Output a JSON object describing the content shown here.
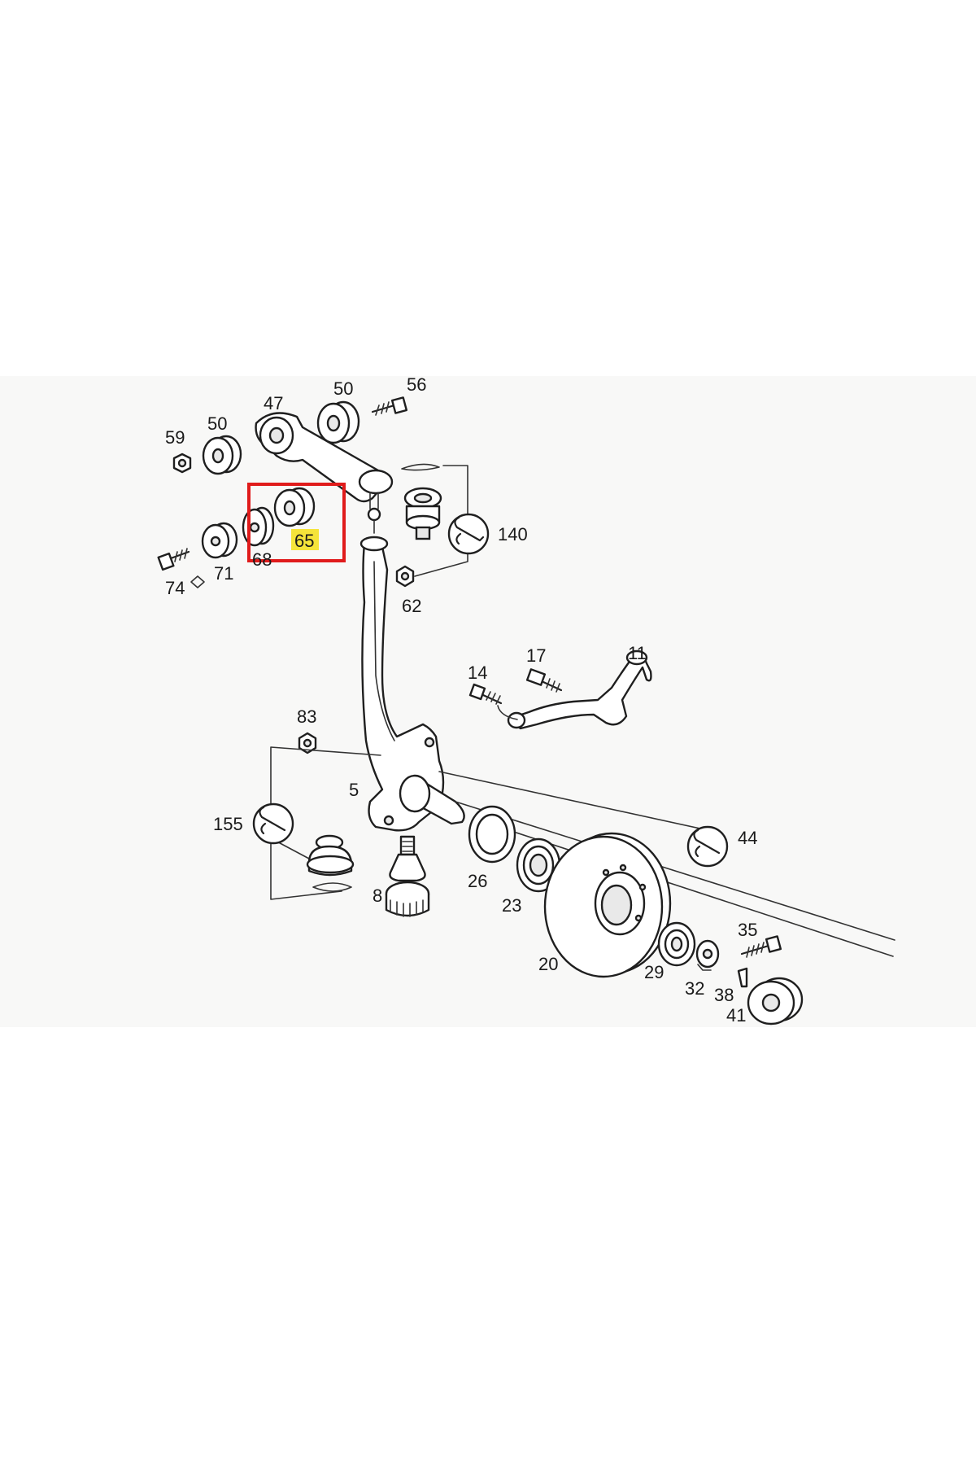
{
  "diagram": {
    "colors": {
      "highlight_frame": "#e01b1b",
      "highlight_label": "#f5e43a",
      "line": "#222222",
      "panel": "#f8f8f7"
    },
    "highlighted_part": "65",
    "icons": [
      "wrench-icon"
    ],
    "callouts": {
      "c56": "56",
      "c50a": "50",
      "c47": "47",
      "c50b": "50",
      "c59": "59",
      "c65": "65",
      "c68": "68",
      "c71": "71",
      "c74": "74",
      "c140": "140",
      "c62": "62",
      "c14": "14",
      "c17": "17",
      "c11": "11",
      "c83": "83",
      "c5": "5",
      "c155": "155",
      "c44": "44",
      "c8": "8",
      "c26": "26",
      "c23": "23",
      "c35": "35",
      "c20": "20",
      "c29": "29",
      "c32": "32",
      "c38": "38",
      "c41": "41"
    }
  }
}
